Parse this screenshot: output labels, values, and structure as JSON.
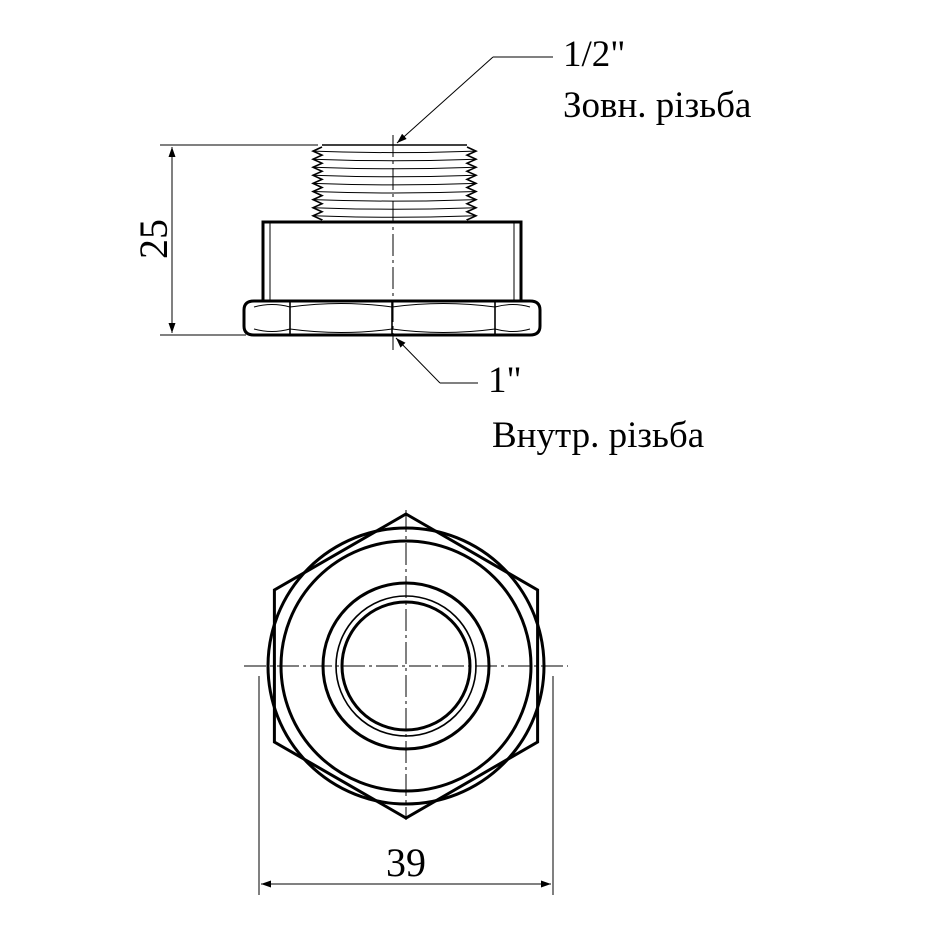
{
  "labels": {
    "top_thread_size": "1/2\"",
    "top_thread_type": "Зовн. різьба",
    "bottom_thread_size": "1\"",
    "bottom_thread_type": "Внутр. різьба"
  },
  "dimensions": {
    "height": "25",
    "width": "39"
  },
  "colors": {
    "line": "#000000",
    "background": "#ffffff"
  }
}
